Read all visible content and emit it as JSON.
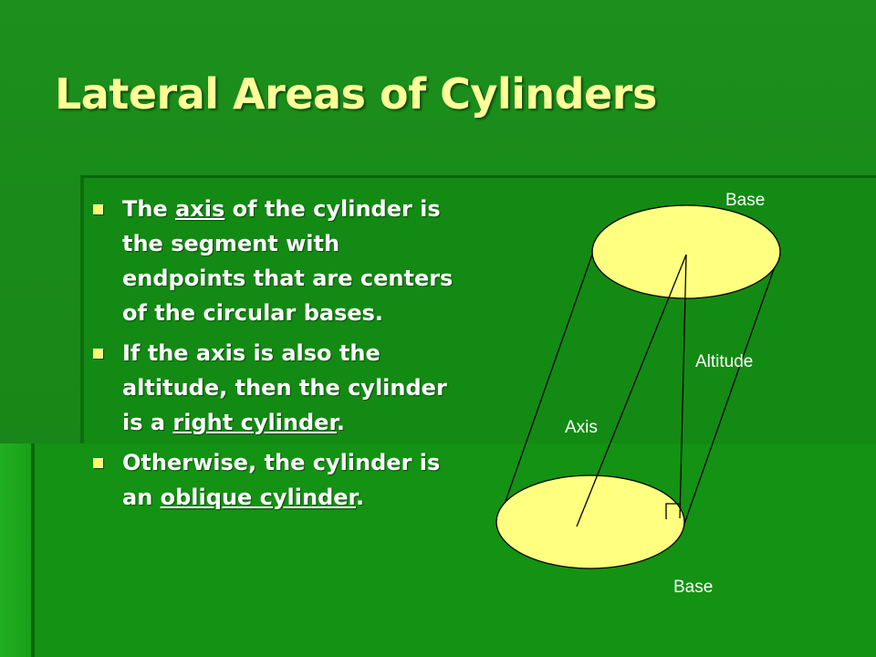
{
  "slide": {
    "title": "Lateral Areas of Cylinders",
    "bullets": [
      {
        "parts": [
          {
            "text": "The ",
            "underline": false
          },
          {
            "text": "axis",
            "underline": true
          },
          {
            "text": " of the cylinder is the segment with endpoints that are centers of the circular bases.",
            "underline": false
          }
        ]
      },
      {
        "parts": [
          {
            "text": "If the axis is also the altitude, then the cylinder is a ",
            "underline": false
          },
          {
            "text": "right cylinder",
            "underline": true
          },
          {
            "text": ".",
            "underline": false
          }
        ]
      },
      {
        "parts": [
          {
            "text": "Otherwise, the cylinder is an ",
            "underline": false
          },
          {
            "text": "oblique cylinder",
            "underline": true
          },
          {
            "text": ".",
            "underline": false
          }
        ]
      }
    ]
  },
  "diagram": {
    "labels": {
      "top_base": "Base",
      "bottom_base": "Base",
      "altitude": "Altitude",
      "axis": "Axis"
    }
  },
  "colors": {
    "title": "#ffff99",
    "ellipse_fill": "#ffff80",
    "bullet_mark": "#ffff66"
  }
}
